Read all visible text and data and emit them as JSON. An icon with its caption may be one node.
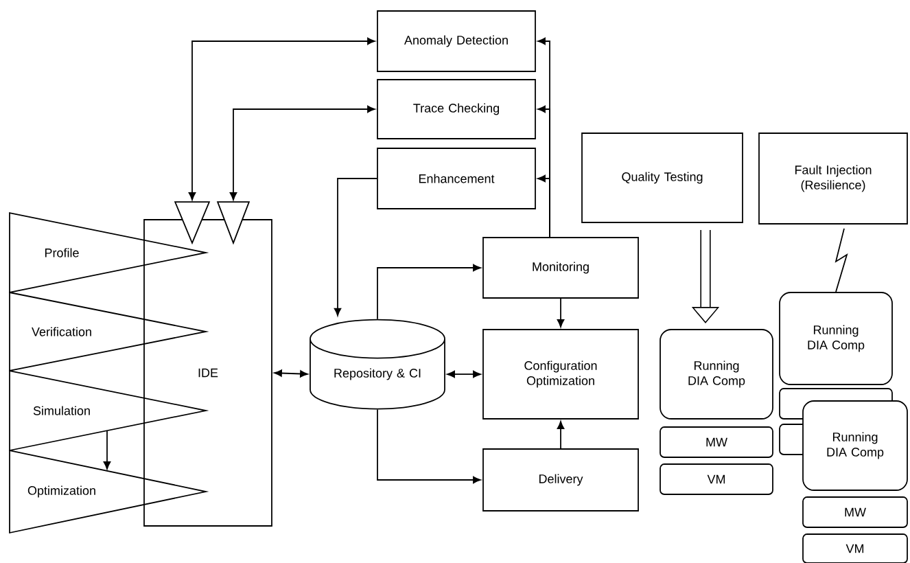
{
  "diagram": {
    "nodes": [
      {
        "text": [
          "Anomaly Detection"
        ]
      },
      {
        "text": [
          "Trace Checking"
        ]
      },
      {
        "text": [
          "Enhancement"
        ]
      },
      {
        "text": [
          "Quality Testing"
        ]
      },
      {
        "text": [
          "Fault Injection (Resilience)"
        ]
      },
      {
        "text": [],
        "shape": "triangle"
      },
      {
        "text": [],
        "shape": "triangle"
      },
      {
        "text": [
          "Profile"
        ]
      },
      {
        "text": [
          "IDE"
        ]
      },
      {
        "text": [
          "Monitoring"
        ]
      },
      {
        "text": [
          "Verification"
        ]
      },
      {
        "text": [
          "Repository & CI"
        ]
      },
      {
        "text": [
          "Configuration Optimization"
        ]
      },
      {
        "text": [
          "Simulation"
        ]
      },
      {
        "text": [
          "Optimization"
        ]
      },
      {
        "text": [
          "Delivery"
        ]
      },
      {
        "text": [
          "Running DIA Comp"
        ]
      },
      {
        "text": [
          "MW"
        ]
      },
      {
        "text": [
          "VM"
        ]
      },
      {
        "text": [
          "Running DIA Comp"
        ]
      },
      {
        "text": [],
        "shape": "box"
      },
      {
        "text": [],
        "shape": "box"
      },
      {
        "text": [
          "Running DIA Comp"
        ]
      },
      {
        "text": [
          "MW"
        ]
      },
      {
        "text": [
          "VM"
        ]
      }
    ],
    "edges": [
      {
        "from": 5,
        "to": 0,
        "arrow": "both"
      },
      {
        "from": 6,
        "to": 1,
        "arrow": "both"
      },
      {
        "from": 9,
        "to": 0,
        "arrow": "to"
      },
      {
        "from": 9,
        "to": 1,
        "arrow": "to"
      },
      {
        "from": 9,
        "to": 2,
        "arrow": "to"
      },
      {
        "from": 2,
        "to": 11,
        "arrow": "to"
      },
      {
        "from": 11,
        "to": 9,
        "arrow": "to"
      },
      {
        "from": 8,
        "to": 11,
        "arrow": "both"
      },
      {
        "from": 11,
        "to": 12,
        "arrow": "both"
      },
      {
        "from": 9,
        "to": 12,
        "arrow": "to"
      },
      {
        "from": 15,
        "to": 12,
        "arrow": "to"
      },
      {
        "from": 11,
        "to": 15,
        "arrow": "to"
      },
      {
        "from": 13,
        "to": 14,
        "arrow": "to"
      },
      {
        "from": 3,
        "to": 16,
        "arrow": "to",
        "style": "thick"
      },
      {
        "from": 4,
        "to": 19,
        "arrow": "none"
      }
    ]
  }
}
